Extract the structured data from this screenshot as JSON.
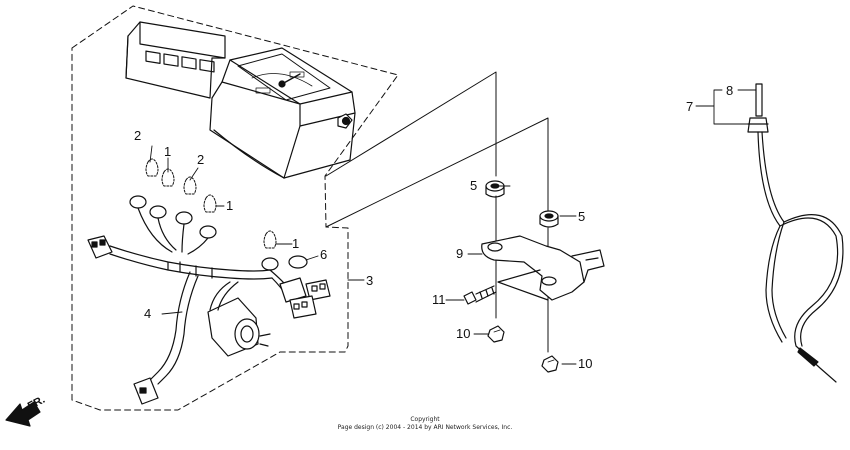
{
  "diagram": {
    "part_labels": {
      "p1a": "1",
      "p1b": "1",
      "p1c": "1",
      "p2a": "2",
      "p2b": "2",
      "p3": "3",
      "p4": "4",
      "p5a": "5",
      "p5b": "5",
      "p6": "6",
      "p7": "7",
      "p8": "8",
      "p9": "9",
      "p10a": "10",
      "p10b": "10",
      "p11": "11"
    },
    "direction_label": "FR.",
    "copyright_line1": "Copyright",
    "copyright_line2": "Page design (c) 2004 - 2014 by ARI Network Services, Inc."
  },
  "colors": {
    "line": "#111111",
    "background": "#ffffff"
  }
}
